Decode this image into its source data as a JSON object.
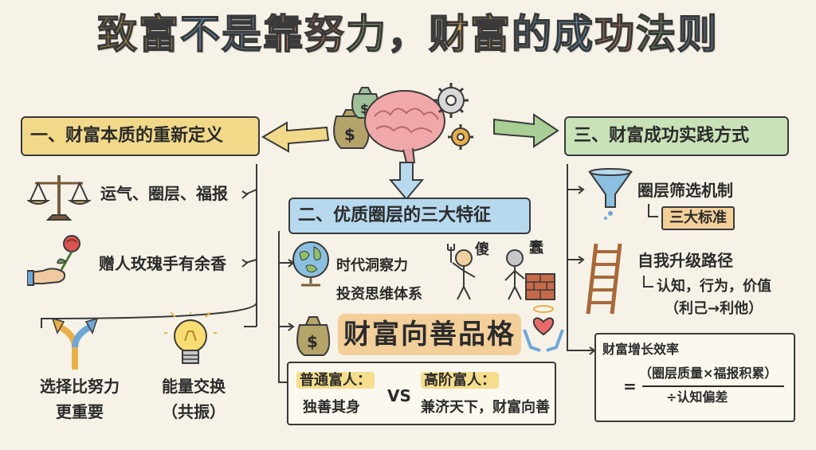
{
  "title": "致富不是靠努力，财富的成功法则",
  "title_colors": [
    "#e8b04a",
    "#e8b04a",
    "#6fa8d6",
    "#6fa8d6",
    "#e88a5a",
    "#e88a5a",
    "#7fb069",
    "#7fb069",
    "#e8b04a",
    "#e8b04a",
    "#6fa8d6",
    "#6fa8d6",
    "#e88a5a",
    "#7fb069",
    "#6fa8d6"
  ],
  "section1": {
    "header": "一、财富本质的重新定义",
    "items": [
      {
        "icon": "scale-icon",
        "text": "运气、圈层、福报"
      },
      {
        "icon": "rose-icon",
        "text": "赠人玫瑰手有余香"
      }
    ],
    "bottom_left": {
      "icon": "fork-arrows-icon",
      "line1": "选择比努力",
      "line2": "更重要"
    },
    "bottom_right": {
      "icon": "lightbulb-icon",
      "line1": "能量交换",
      "line2": "（共振）"
    }
  },
  "section2": {
    "header": "二、优质圈层的三大特征",
    "traits": [
      "时代洞察力",
      "投资思维体系"
    ],
    "fool_labels": [
      "傻",
      "蠢"
    ],
    "virtue": "财富向善品格",
    "compare": {
      "left_label": "普通富人：",
      "left_text": "独善其身",
      "vs": "VS",
      "right_label": "高阶富人：",
      "right_text": "兼济天下，财富向善"
    }
  },
  "section3": {
    "header": "三、财富成功实践方式",
    "filter": {
      "title": "圈层筛选机制",
      "sub": "三大标准"
    },
    "upgrade": {
      "title": "自我升级路径",
      "line1": "认知，行为，价值",
      "line2": "（利己→利他）"
    },
    "formula": {
      "title": "财富增长效率",
      "eq": "=",
      "numerator": "（圈层质量×福报积累）",
      "denominator": "÷认知偏差"
    }
  }
}
